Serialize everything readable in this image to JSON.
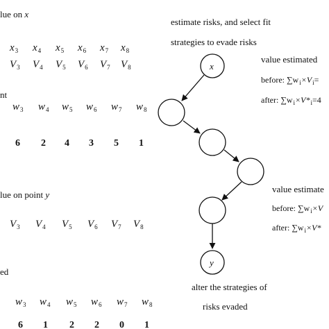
{
  "left": {
    "line1_text": "lue on",
    "line1_var": "x",
    "row_x_symbol": "x",
    "row_x_subs": [
      "3",
      "4",
      "5",
      "6",
      "7",
      "8"
    ],
    "row_v_symbol": "V",
    "row_v_subs": [
      "3",
      "4",
      "5",
      "6",
      "7",
      "8"
    ],
    "label_nt": "nt",
    "row_w_symbol": "w",
    "row_w_subs": [
      "3",
      "4",
      "5",
      "6",
      "7",
      "8"
    ],
    "row_w_values": [
      "6",
      "2",
      "4",
      "3",
      "5",
      "1"
    ],
    "line_value_y_text": "lue on point",
    "line_value_y_var": "y",
    "row_v2_symbol": "V",
    "row_v2_subs": [
      "3",
      "4",
      "5",
      "6",
      "7",
      "8"
    ],
    "label_ed": "ed",
    "row_w2_symbol": "w",
    "row_w2_subs": [
      "3",
      "4",
      "5",
      "6",
      "7",
      "8"
    ],
    "row_w2_values": [
      "6",
      "1",
      "2",
      "2",
      "0",
      "1"
    ]
  },
  "right": {
    "top_line1": "estimate risks, and select fit",
    "top_line2": "strategies to evade risks",
    "value_estimated_1": "value estimated",
    "before_1": "before: ∑w",
    "before_1_tail": "×V",
    "before_1_end": "=",
    "after_1": "after: ∑w",
    "after_1_tail": "×V*",
    "after_1_end": "=4",
    "value_estimated_2": "value estimate",
    "before_2": "before: ∑w",
    "before_2_tail": "×V",
    "after_2": "after: ∑w",
    "after_2_tail": "×V*",
    "node_x": "x",
    "node_y": "y",
    "bottom_line1": "alter the strategies of",
    "bottom_line2": "risks evaded"
  }
}
